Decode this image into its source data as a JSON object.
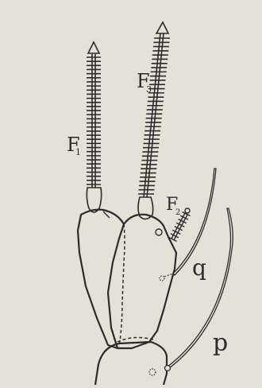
{
  "labels": {
    "f1": "F",
    "f1_sub": "1",
    "f3": "F",
    "f3_sub": "3",
    "f2": "F",
    "f2_sub": "2",
    "q": "q",
    "p": "p"
  },
  "colors": {
    "background": "#e4e2d7",
    "ink": "#2b2b2b"
  }
}
